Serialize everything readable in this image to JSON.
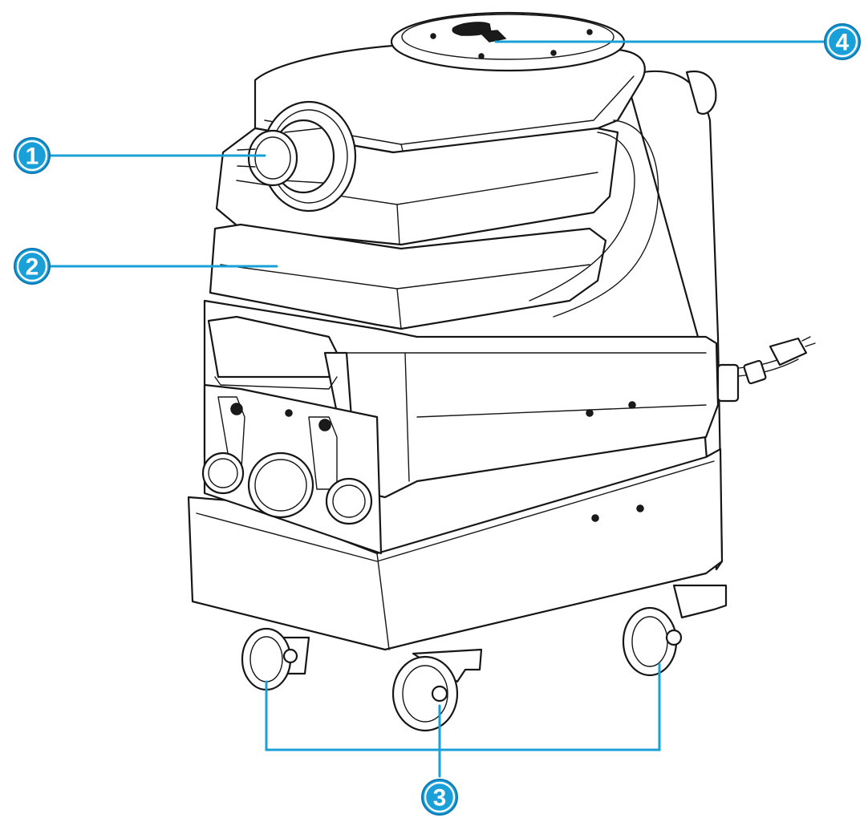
{
  "callouts": [
    {
      "number": "1"
    },
    {
      "number": "2"
    },
    {
      "number": "3"
    },
    {
      "number": "4"
    }
  ],
  "colors": {
    "accent": "#1aa0d8",
    "ink": "#161616",
    "background": "#ffffff"
  }
}
